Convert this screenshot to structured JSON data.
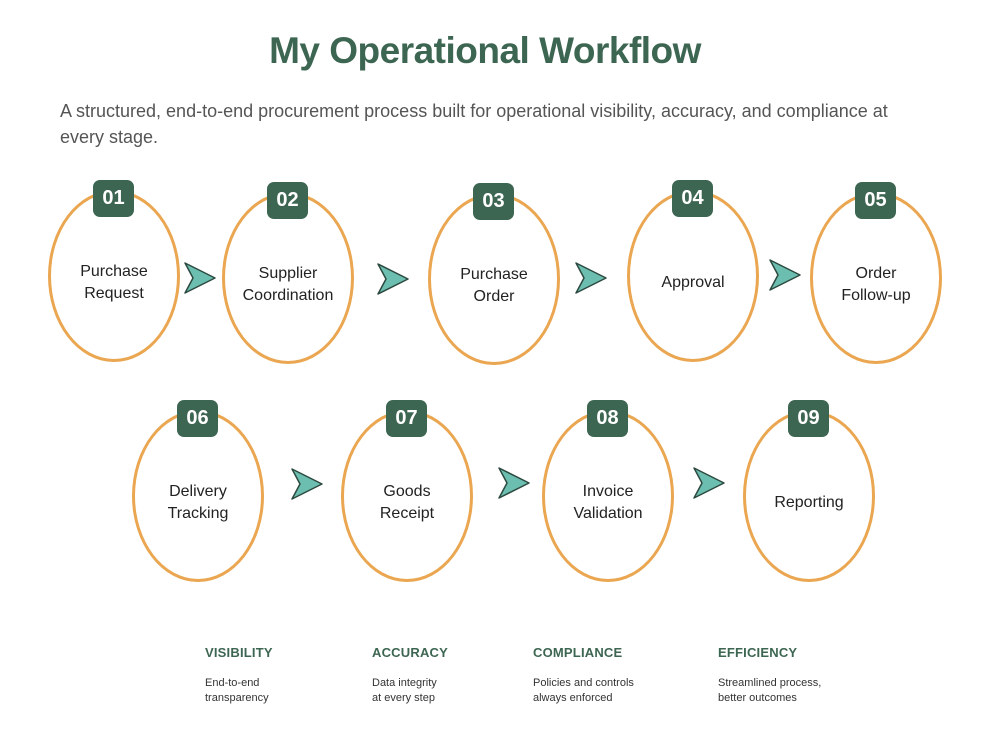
{
  "header": {
    "title": "My Operational Workflow",
    "subtitle": "A structured, end-to-end procurement process built for operational visibility, accuracy, and compliance at every stage."
  },
  "colors": {
    "primary": "#3d6652",
    "ring": "#eaa650",
    "arrow": "#6cbfb0"
  },
  "steps": [
    {
      "number": "01",
      "label": "Purchase\nRequest"
    },
    {
      "number": "02",
      "label": "Supplier\nCoordination"
    },
    {
      "number": "03",
      "label": "Purchase\nOrder"
    },
    {
      "number": "04",
      "label": "Approval"
    },
    {
      "number": "05",
      "label": "Order\nFollow-up"
    },
    {
      "number": "06",
      "label": "Delivery\nTracking"
    },
    {
      "number": "07",
      "label": "Goods\nReceipt"
    },
    {
      "number": "08",
      "label": "Invoice\nValidation"
    },
    {
      "number": "09",
      "label": "Reporting"
    }
  ],
  "pillars": [
    {
      "title": "VISIBILITY",
      "text": "End-to-end\ntransparency"
    },
    {
      "title": "ACCURACY",
      "text": "Data integrity\nat every step"
    },
    {
      "title": "COMPLIANCE",
      "text": "Policies and controls\nalways enforced"
    },
    {
      "title": "EFFICIENCY",
      "text": "Streamlined process,\nbetter outcomes"
    }
  ],
  "arrow_icon": "chevron-right-icon"
}
